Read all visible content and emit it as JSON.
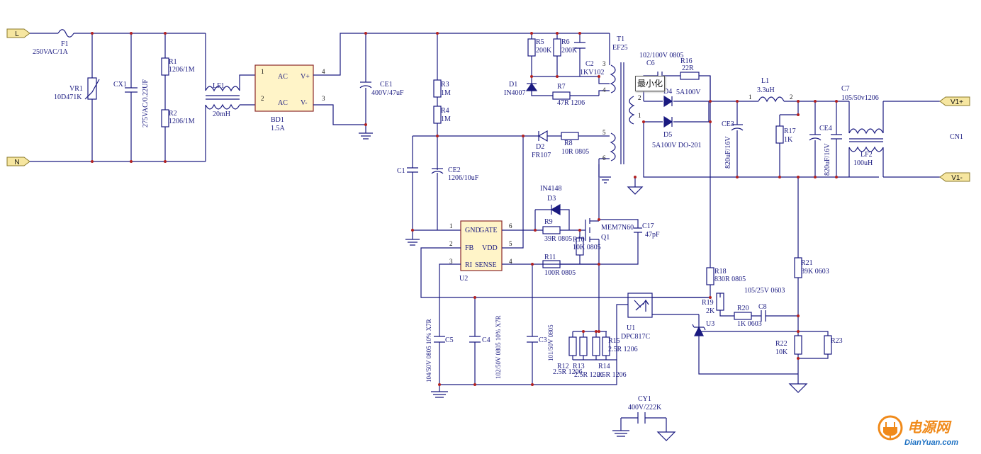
{
  "nets": {
    "l": "L",
    "n": "N",
    "vplus": "V1+",
    "vminus": "V1-",
    "cn": "CN1"
  },
  "components": {
    "F1": {
      "ref": "F1",
      "value": "250VAC/1A"
    },
    "VR1": {
      "ref": "VR1",
      "value": "10D471K"
    },
    "CX1": {
      "ref": "CX1",
      "value": "275VAC/0.22UF"
    },
    "R1": {
      "ref": "R1",
      "value": "1206/1M"
    },
    "R2": {
      "ref": "R2",
      "value": "1206/1M"
    },
    "LF1": {
      "ref": "LF1",
      "value": "20mH"
    },
    "BD1": {
      "ref": "BD1",
      "value": "1.5A",
      "ac1": "AC",
      "ac2": "AC",
      "vp": "V+",
      "vm": "V-"
    },
    "CE1": {
      "ref": "CE1",
      "value": "400V/47uF"
    },
    "R3": {
      "ref": "R3",
      "value": "1M"
    },
    "R4": {
      "ref": "R4",
      "value": "1M"
    },
    "C1": {
      "ref": "C1"
    },
    "CE2": {
      "ref": "CE2",
      "value": "1206/10uF"
    },
    "R5": {
      "ref": "R5",
      "value": "200K"
    },
    "R6": {
      "ref": "R6",
      "value": "200K"
    },
    "C2": {
      "ref": "C2",
      "value": "1KV102"
    },
    "D1": {
      "ref": "D1",
      "value": "IN4007"
    },
    "R7": {
      "ref": "R7",
      "value": "47R 1206"
    },
    "D2": {
      "ref": "D2",
      "value": "FR107"
    },
    "R8": {
      "ref": "R8",
      "value": "10R 0805"
    },
    "T1": {
      "ref": "T1",
      "value": "EF25"
    },
    "C6": {
      "ref": "C6",
      "value": "102/100V 0805"
    },
    "R16": {
      "ref": "R16",
      "value": "22R"
    },
    "D4": {
      "ref": "D4",
      "value": "5A100V"
    },
    "D5": {
      "ref": "D5",
      "value": "5A100V DO-201"
    },
    "CE3": {
      "ref": "CE3",
      "value": "820uF/16V"
    },
    "L1": {
      "ref": "L1",
      "value": "3.3uH"
    },
    "R17": {
      "ref": "R17",
      "value": "1K"
    },
    "CE4": {
      "ref": "CE4",
      "value": "820uF/16V"
    },
    "C7": {
      "ref": "C7",
      "value": "105/50v1206"
    },
    "LF2": {
      "ref": "LF2",
      "value": "100uH"
    },
    "D3": {
      "ref": "D3",
      "value": "IN4148"
    },
    "U2": {
      "ref": "U2",
      "gnd": "GND",
      "gate": "GATE",
      "fb": "FB",
      "vdd": "VDD",
      "ri": "RI",
      "sense": "SENSE"
    },
    "R9": {
      "ref": "R9",
      "value": "39R 0805"
    },
    "R10": {
      "ref": "R10",
      "value": "10K 0805"
    },
    "Q1": {
      "ref": "Q1",
      "value": "MEM7N60"
    },
    "C17": {
      "ref": "C17",
      "value": "47pF"
    },
    "R11": {
      "ref": "R11",
      "value": "100R 0805"
    },
    "R18": {
      "ref": "R18",
      "value": "830R 0805"
    },
    "R19": {
      "ref": "R19",
      "value": "2K"
    },
    "R20": {
      "ref": "R20",
      "value": "1K 0603"
    },
    "C8": {
      "ref": "C8",
      "value": "105/25V 0603"
    },
    "R21": {
      "ref": "R21",
      "value": "39K 0603"
    },
    "U1": {
      "ref": "U1",
      "value": "DPC817C"
    },
    "U3": {
      "ref": "U3"
    },
    "R22": {
      "ref": "R22",
      "value": "10K"
    },
    "R23": {
      "ref": "R23"
    },
    "C5": {
      "ref": "C5",
      "value": "104/50V 0805 10% X7R"
    },
    "C4": {
      "ref": "C4",
      "value": "102/50V 0805 10% X7R"
    },
    "C3": {
      "ref": "C3",
      "value": "101/50V 0805"
    },
    "R12": {
      "ref": "R12",
      "value": "2.5R 1206"
    },
    "R13": {
      "ref": "R13",
      "value": "2.5R 1206"
    },
    "R14": {
      "ref": "R14",
      "value": "2.5R 1206"
    },
    "R15": {
      "ref": "R15",
      "value": "2.5R 1206"
    },
    "CY1": {
      "ref": "CY1",
      "value": "400V/222K"
    }
  },
  "pins": {
    "bd1": [
      "1",
      "2",
      "4",
      "3"
    ],
    "u2": [
      "1",
      "2",
      "3",
      "6",
      "5",
      "4"
    ],
    "t1": [
      "3",
      "4",
      "2",
      "1",
      "5",
      "6"
    ],
    "l1": [
      "1",
      "2"
    ]
  },
  "tooltip": "最小化",
  "watermark": {
    "cn": "电源网",
    "en": "DianYuan.com"
  },
  "colors": {
    "wire": "#1a1a80",
    "junction": "#b22222",
    "ic_fill": "#fff4c8",
    "tag_fill": "#f6e6a0",
    "watermark": "#f08a1a"
  }
}
